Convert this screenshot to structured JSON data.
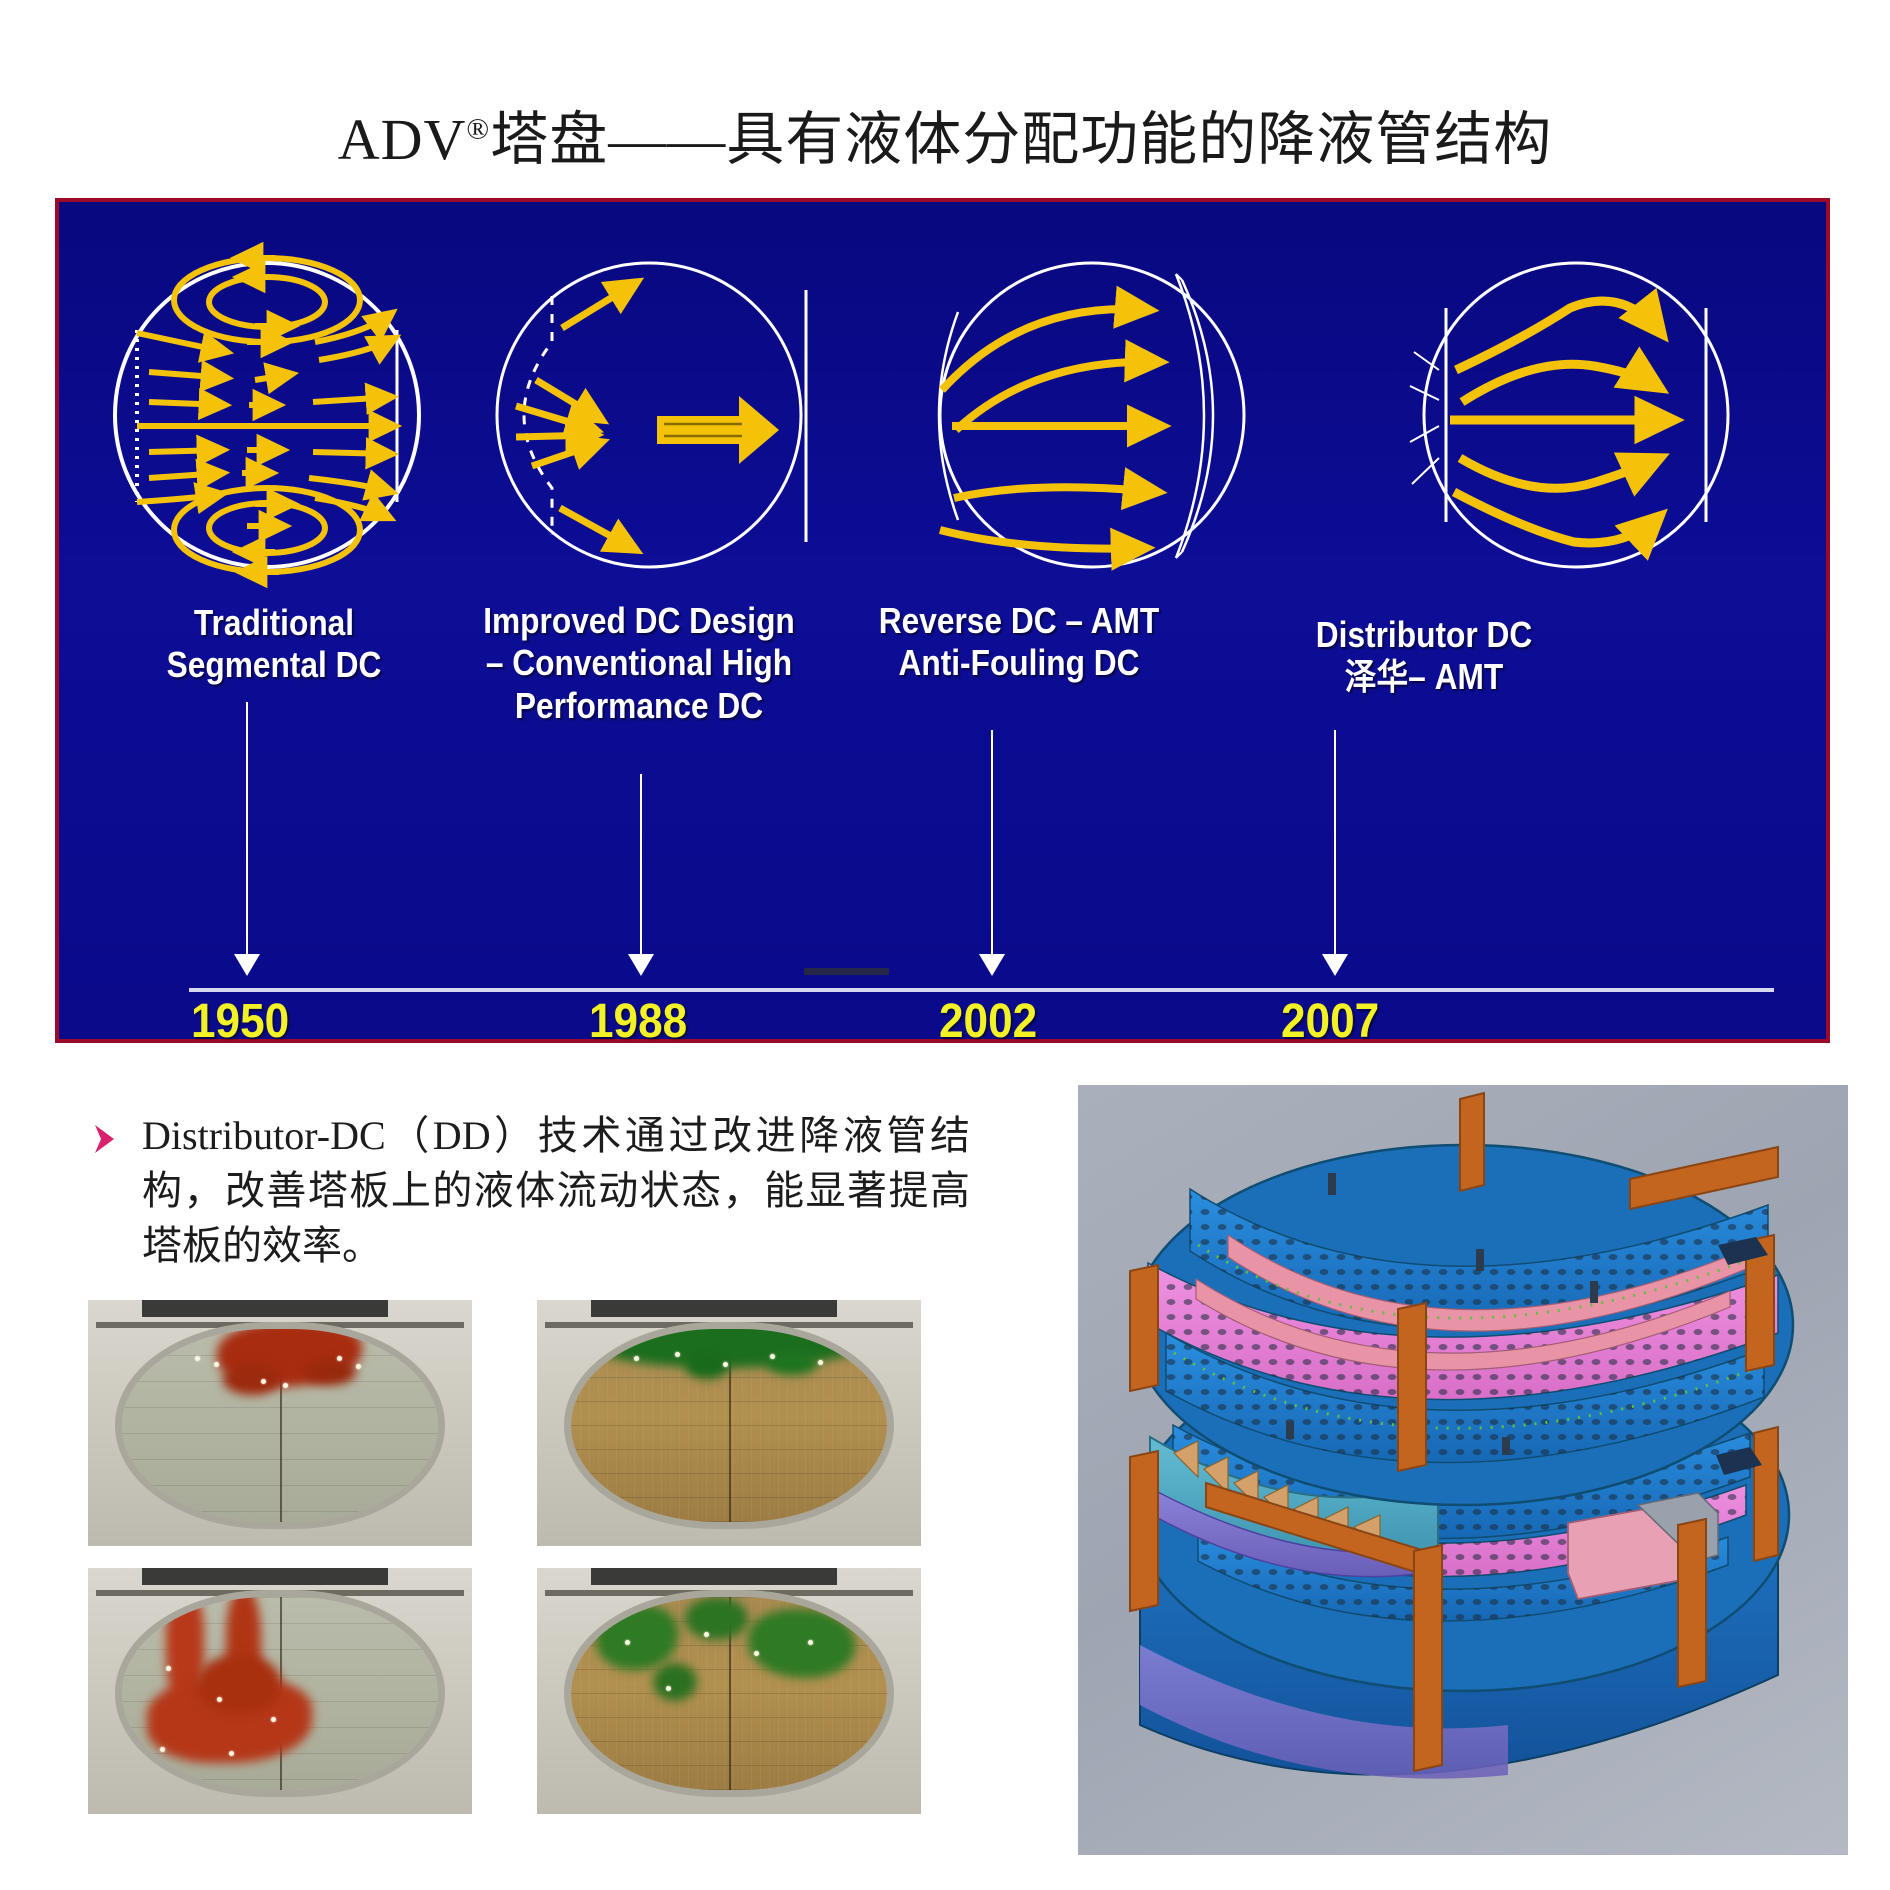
{
  "slide": {
    "title_prefix": "ADV",
    "title_reg": "®",
    "title_rest": "塔盘——具有液体分配功能的降液管结构"
  },
  "timeline": {
    "panel_bg": "#0a0a8c",
    "panel_border": "#9b0a28",
    "arrow_color": "#f5c20a",
    "outline_color": "#ffffff",
    "year_color": "#f2f224",
    "axis_color": "#d8d8f0",
    "stages": [
      {
        "id": "traditional-segmental-dc",
        "label": "Traditional\nSegmental DC",
        "year": "1950",
        "diagram": "circulation-vortex-flow"
      },
      {
        "id": "improved-dc-design",
        "label": "Improved DC Design\n– Conventional High\nPerformance DC",
        "year": "1988",
        "diagram": "converging-arc-weir-flow"
      },
      {
        "id": "reverse-dc-amt",
        "label": "Reverse DC  –  AMT\nAnti-Fouling DC",
        "year": "2002",
        "diagram": "reverse-arc-flow"
      },
      {
        "id": "distributor-dc-amt",
        "label": "Distributor DC\n泽华– AMT",
        "year": "2007",
        "diagram": "wavy-distributed-flow"
      }
    ]
  },
  "bullet": {
    "marker_color": "#d9216e",
    "text": "Distributor-DC（DD）技术通过改进降液管结构，改善塔板上的液体流动状态，能显著提高塔板的效率。"
  },
  "photos": [
    {
      "id": "tray-red-dye-initial",
      "tone": "grey",
      "dye_color": "#a82c10"
    },
    {
      "id": "tray-green-dye-initial",
      "tone": "brown",
      "dye_color": "#1c6e1f"
    },
    {
      "id": "tray-red-dye-spread",
      "tone": "grey",
      "dye_color": "#b8391a"
    },
    {
      "id": "tray-green-dye-spread",
      "tone": "brown",
      "dye_color": "#2f7a24"
    }
  ],
  "cad": {
    "id": "distributor-dc-tray-assembly-3d",
    "bg": "#a5abb7",
    "colors": {
      "deck_blue": "#1f7fd4",
      "deck_pink": "#e57fd8",
      "beam_orange": "#c4651f",
      "downcomer_teal": "#4fa9c4",
      "downcomer_purple": "#7a6fc9",
      "weir_pink": "#e8a0b4",
      "edge_dark": "#12506f"
    }
  }
}
